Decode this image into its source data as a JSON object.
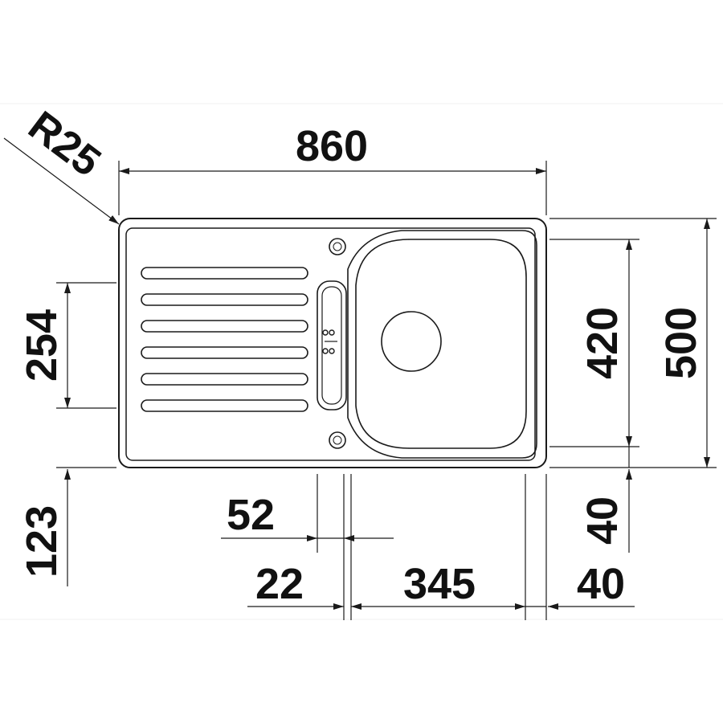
{
  "diagram": {
    "labels": {
      "radius": "R25",
      "overall_width": "860",
      "overall_depth": "500",
      "bowl_depth": "420",
      "drainer_depth": "254",
      "offset_front": "123",
      "margin_right_top": "40",
      "margin_right_bottom": "40",
      "dim_52": "52",
      "dim_22": "22",
      "bowl_width": "345"
    },
    "drainer_grooves": 6,
    "colors": {
      "line": "#1a1a1a",
      "background": "#ffffff"
    }
  }
}
